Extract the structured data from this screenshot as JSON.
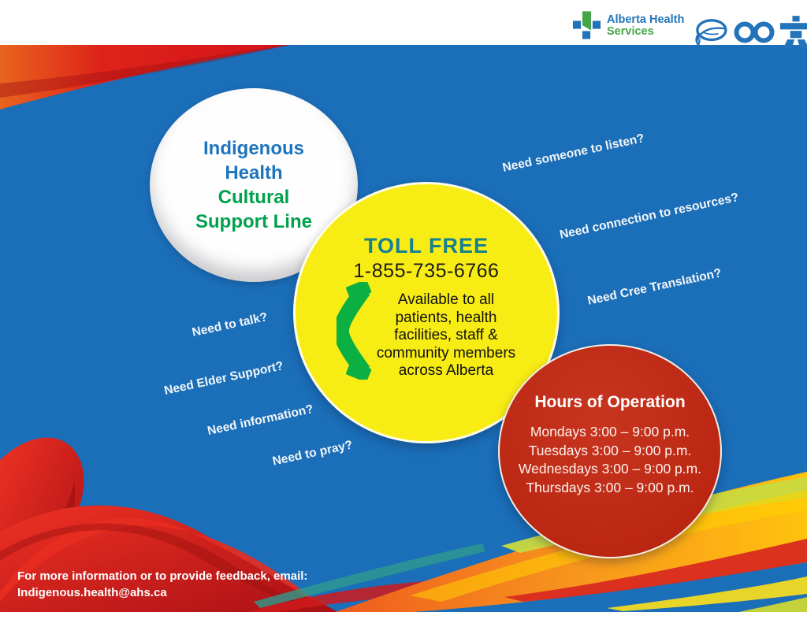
{
  "header": {
    "logo_line1": "Alberta Health",
    "logo_line2": "Services",
    "icons": {
      "first_nations": "drum-feather-icon",
      "metis": "infinity-icon",
      "inuit": "inukshuk-icon"
    }
  },
  "title_circle": {
    "line1": "Indigenous",
    "line2": "Health",
    "line3": "Cultural",
    "line4": "Support Line"
  },
  "phone_circle": {
    "toll_free_label": "TOLL FREE",
    "phone_number": "1-855-735-6766",
    "description": "Available to all patients, health facilities, staff & community members across Alberta"
  },
  "hours_circle": {
    "title": "Hours of Operation",
    "lines": [
      "Mondays 3:00 – 9:00 p.m.",
      "Tuesdays 3:00 – 9:00 p.m.",
      "Wednesdays 3:00 – 9:00 p.m.",
      "Thursdays 3:00 – 9:00 p.m."
    ]
  },
  "questions": [
    "Need someone to listen?",
    "Need connection to resources?",
    "Need Cree Translation?",
    "Need to talk?",
    "Need Elder Support?",
    "Need information?",
    "Need to pray?"
  ],
  "footer": {
    "line1": "For more information or to provide feedback, email:",
    "line2": "Indigenous.health@ahs.ca"
  },
  "colors": {
    "background_blue": "#1b6eb8",
    "circle_yellow": "#f8ec15",
    "circle_red": "#bb2712",
    "toll_free_teal": "#15808f",
    "title_blue": "#1e74bd",
    "title_green": "#00a14e",
    "phone_green": "#0caf42",
    "logo_blue": "#2273ba",
    "logo_green": "#44a648",
    "ribbon_red": "#d81e1d",
    "wave_orange": "#f58220",
    "wave_yellow": "#ffd200"
  }
}
